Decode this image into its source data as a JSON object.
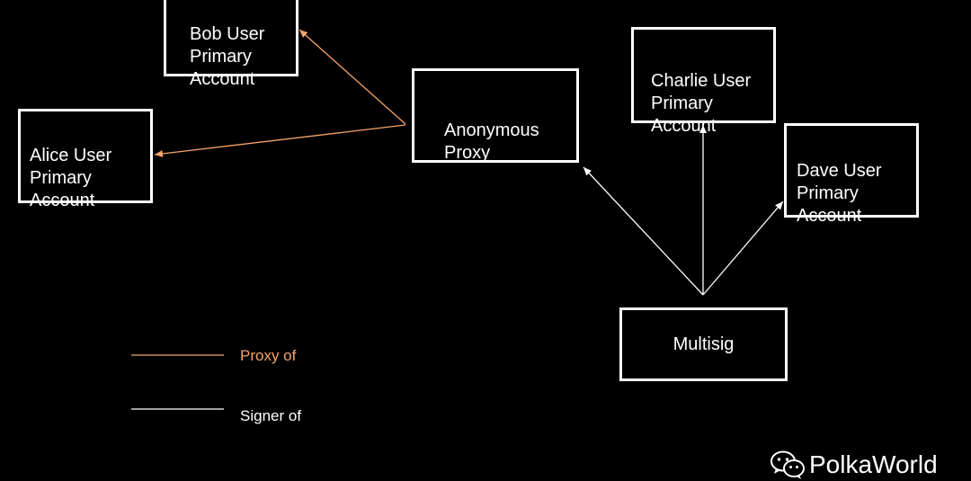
{
  "colors": {
    "background": "#000000",
    "box_border": "#ffffff",
    "proxy_line": "#f4a46a",
    "signer_line": "#ffffff"
  },
  "nodes": {
    "bob": "Bob User\nPrimary\nAccount",
    "alice": "Alice User\nPrimary\nAccount",
    "anonymous_proxy": "Anonymous\nProxy",
    "charlie": "Charlie User\nPrimary\nAccount",
    "dave": "Dave User\nPrimary\nAccount",
    "multisig": "Multisig"
  },
  "edges": [
    {
      "from": "anonymous_proxy",
      "to": "bob",
      "type": "proxy"
    },
    {
      "from": "anonymous_proxy",
      "to": "alice",
      "type": "proxy"
    },
    {
      "from": "multisig",
      "to": "anonymous_proxy",
      "type": "signer"
    },
    {
      "from": "multisig",
      "to": "charlie",
      "type": "signer"
    },
    {
      "from": "multisig",
      "to": "dave",
      "type": "signer"
    }
  ],
  "legend": {
    "proxy_label": "Proxy of",
    "signer_label": "Signer of"
  },
  "watermark": {
    "text": "PolkaWorld",
    "icon": "wechat-icon"
  }
}
